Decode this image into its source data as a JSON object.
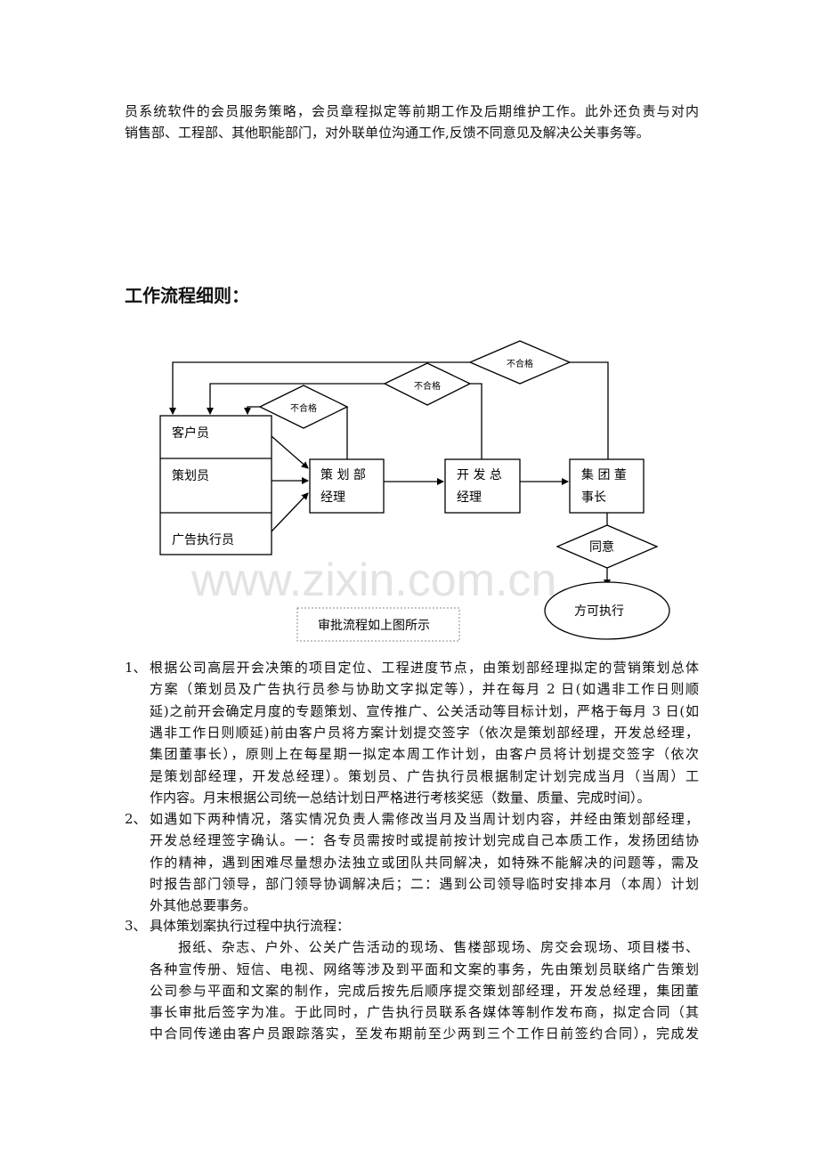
{
  "intro_lines": [
    "员系统软件的会员服务策略，会员章程拟定等前期工作及后期维护工作。此外还负责与对内",
    "销售部、工程部、其他职能部门，对外联单位沟通工作,反馈不同意见及解决公关事务等。"
  ],
  "title": "工作流程细则：",
  "diagram": {
    "roles": [
      "客户员",
      "策划员",
      "广告执行员"
    ],
    "planning_manager": [
      "策 划 部",
      "经理"
    ],
    "dev_gm": [
      "开 发 总",
      "经理"
    ],
    "chairman": [
      "集 团 董",
      "事长"
    ],
    "reject_label": "不合格",
    "agree_label": "同意",
    "execute_label": "方可执行",
    "caption": "审批流程如上图所示"
  },
  "watermark": "www.zixin.com.cn",
  "items": [
    {
      "number": "1、",
      "lines": [
        "根据公司高层开会决策的项目定位、工程进度节点，由策划部经理拟定的营销策划总体",
        "方案（策划员及广告执行员参与协助文字拟定等），并在每月 2 日(如遇非工作日则顺",
        "延)之前开会确定月度的专题策划、宣传推广、公关活动等目标计划，严格于每月 3 日(如",
        "遇非工作日则顺延)前由客户员将方案计划提交签字（依次是策划部经理，开发总经理，",
        "集团董事长），原则上在每星期一拟定本周工作计划，由客户员将计划提交签字（依次",
        "是策划部经理，开发总经理）。策划员、广告执行员根据制定计划完成当月（当周）工",
        "作内容。月末根据公司统一总结计划日严格进行考核奖惩（数量、质量、完成时间）。"
      ]
    },
    {
      "number": "2、",
      "lines": [
        "如遇如下两种情况，落实情况负责人需修改当月及当周计划内容，并经由策划部经理，",
        "开发总经理签字确认。一：各专员需按时或提前按计划完成自己本质工作，发扬团结协",
        "作的精神，遇到困难尽量想办法独立或团队共同解决，如特殊不能解决的问题等，需及",
        "时报告部门领导，部门领导协调解决后；二：遇到公司领导临时安排本月（本周）计划",
        "外其他总要事务。"
      ]
    },
    {
      "number": "3、",
      "lines": [
        "具体策划案执行过程中执行流程："
      ],
      "sub_lines": [
        "报纸、杂志、户外、公关广告活动的现场、售楼部现场、房交会现场、项目楼书、",
        "各种宣传册、短信、电视、网络等涉及到平面和文案的事务，先由策划员联络广告策划",
        "公司参与平面和文案的制作，完成后按先后顺序提交策划部经理，开发总经理，集团董",
        "事长审批后签字为准。于此同时，广告执行员联系各媒体等制作发布商，拟定合同（其",
        "中合同传递由客户员跟踪落实，至发布期前至少两到三个工作日前签约合同），完成发"
      ]
    }
  ]
}
